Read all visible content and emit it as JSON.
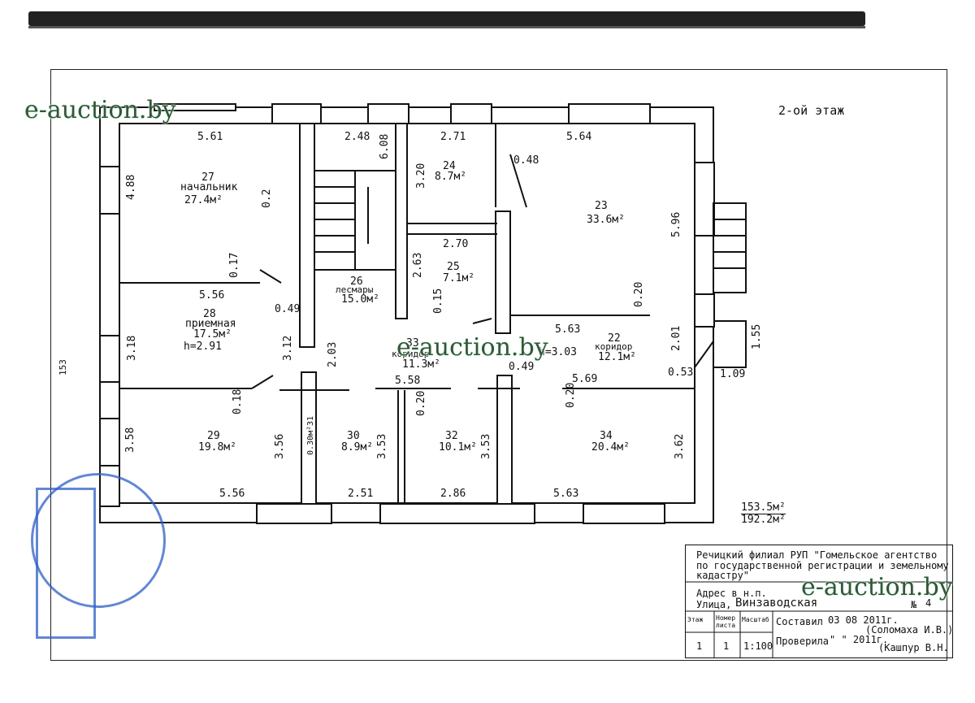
{
  "floor_label": "2-ой этаж",
  "watermark": "e-auction.by",
  "rooms": [
    {
      "id": "r27",
      "num": "27",
      "name": "начальник",
      "area": "27.4м²"
    },
    {
      "id": "r24",
      "num": "24",
      "name": "",
      "area": "8.7м²"
    },
    {
      "id": "r23",
      "num": "23",
      "name": "",
      "area": "33.6м²"
    },
    {
      "id": "r25",
      "num": "25",
      "name": "",
      "area": "7.1м²"
    },
    {
      "id": "r26",
      "num": "26",
      "name": "лесмары",
      "area": "15.0м²"
    },
    {
      "id": "r28",
      "num": "28",
      "name": "приемная",
      "area": "17.5м²",
      "height": "h=2.91"
    },
    {
      "id": "r33",
      "num": "33",
      "name": "коридор",
      "area": "11.3м²",
      "height": "h=3.03"
    },
    {
      "id": "r22",
      "num": "22",
      "name": "коридор",
      "area": "12.1м²"
    },
    {
      "id": "r29",
      "num": "29",
      "name": "",
      "area": "19.8м²"
    },
    {
      "id": "r30",
      "num": "30",
      "name": "",
      "area": "8.9м²"
    },
    {
      "id": "r31",
      "num": "31",
      "name": "",
      "area": "0.30м²"
    },
    {
      "id": "r32",
      "num": "32",
      "name": "",
      "area": "10.1м²"
    },
    {
      "id": "r34",
      "num": "34",
      "name": "",
      "area": "20.4м²"
    }
  ],
  "dimensions": [
    "5.61",
    "2.48",
    "2.71",
    "5.64",
    "4.88",
    "0.2",
    "6.08",
    "3.20",
    "0.48",
    "5.96",
    "2.70",
    "2.63",
    "0.17",
    "5.56",
    "0.49",
    "0.15",
    "0.20",
    "3.18",
    "3.12",
    "2.03",
    "5.63",
    "2.01",
    "1.55",
    "5.58",
    "0.49",
    "5.69",
    "0.53",
    "1.09",
    "0.18",
    "0.20",
    "0.20",
    "3.58",
    "3.56",
    "3.53",
    "3.53",
    "3.62",
    "5.56",
    "2.51",
    "2.86",
    "5.63",
    "153"
  ],
  "totals": {
    "area1": "153.5м²",
    "area2": "192.2м²"
  },
  "title_block": {
    "org_line1": "Речицкий филиал РУП \"Гомельское агентство",
    "org_line2": "по государственной регистрации и земельному",
    "org_line3": "кадастру\"",
    "address_label": "Адрес в н.п.",
    "street_label": "Улица,",
    "street": "Винзаводская",
    "no_label": "№",
    "no_value": "4",
    "col_floor": "Этаж",
    "col_sheet": "Номер листа",
    "col_scale": "Масштаб",
    "floor": "1",
    "sheet": "1",
    "scale": "1:100",
    "compiled_label": "Составил",
    "compiled_date": "03 08  2011г.",
    "compiled_by": "(Соломаха И.В.)",
    "checked_label": "Проверила",
    "checked_date": "\" \"  2011г.",
    "checked_by": "(Кашпур В.Н."
  }
}
